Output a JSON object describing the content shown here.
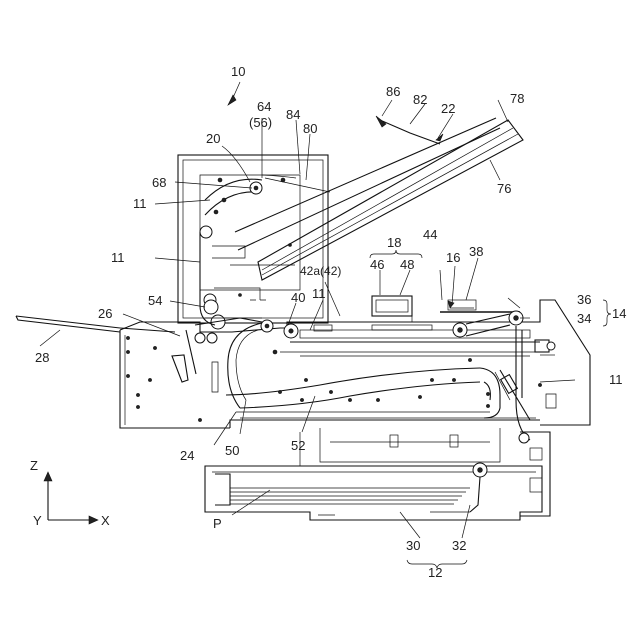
{
  "labels": {
    "l10": "10",
    "l64": "64",
    "l56": "(56)",
    "l84": "84",
    "l80": "80",
    "l86": "86",
    "l82": "82",
    "l22": "22",
    "l78": "78",
    "l76": "76",
    "l20": "20",
    "l68": "68",
    "l11a": "11",
    "l11b": "11",
    "l11c": "11",
    "l11d": "11",
    "l18": "18",
    "l44": "44",
    "l46": "46",
    "l48": "48",
    "l16": "16",
    "l38": "38",
    "l42": "42a(42)",
    "l36": "36",
    "l34": "34",
    "l14": "14",
    "l54": "54",
    "l40": "40",
    "l26": "26",
    "l28": "28",
    "l24": "24",
    "l50": "50",
    "l52": "52",
    "lP": "P",
    "l30": "30",
    "l32": "32",
    "l12": "12"
  },
  "axes": {
    "z": "Z",
    "y": "Y",
    "x": "X"
  }
}
